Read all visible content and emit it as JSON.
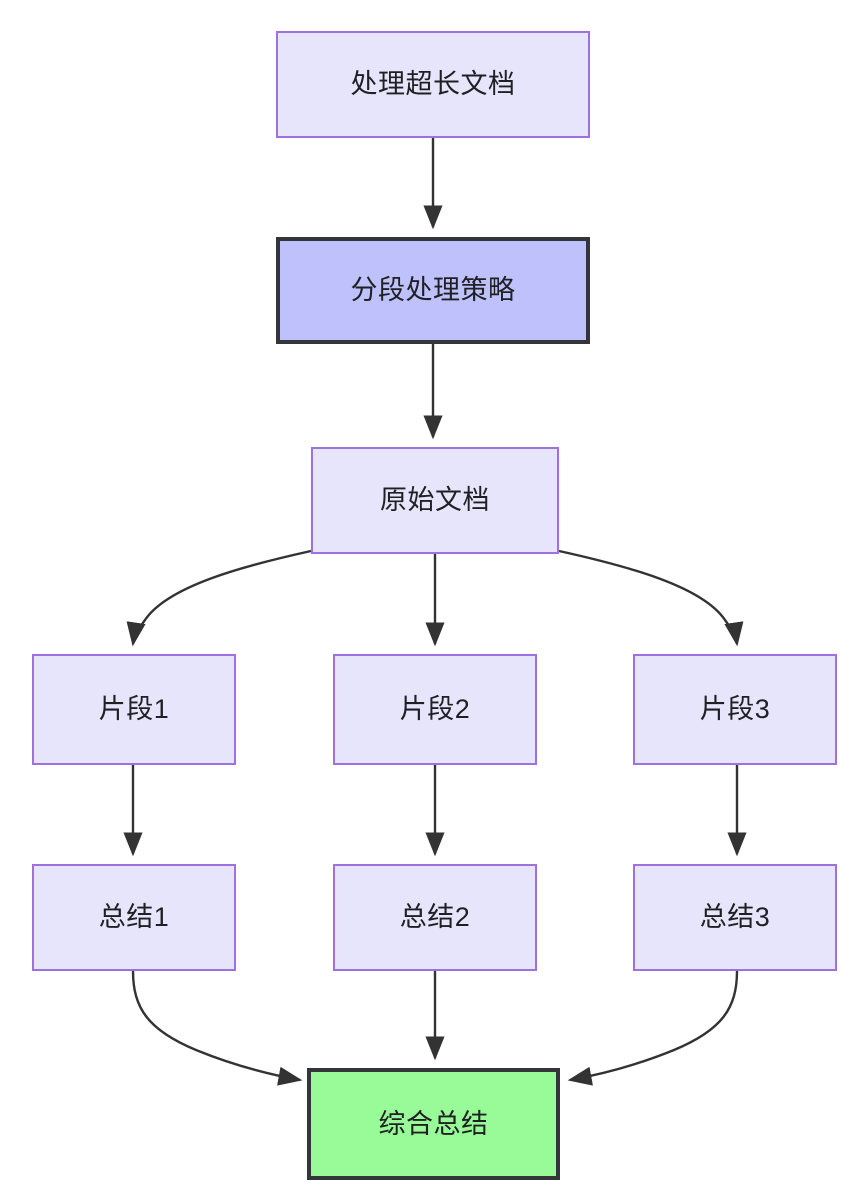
{
  "diagram": {
    "type": "flowchart",
    "direction": "top-down",
    "title": "处理超长文档",
    "background_color": "#ffffff",
    "palette": {
      "node_fill_light": "#e7e5fb",
      "node_border_light": "#9e70e0",
      "node_fill_highlight": "#bec1fc",
      "node_border_dark": "#34353a",
      "node_fill_result": "#98fb98",
      "edge_color": "#333333",
      "text_color": "#1f2023"
    },
    "nodes": [
      {
        "id": "long-doc",
        "label": "处理超长文档",
        "style": "light"
      },
      {
        "id": "strategy",
        "label": "分段处理策略",
        "style": "highlight"
      },
      {
        "id": "source-doc",
        "label": "原始文档",
        "style": "light"
      },
      {
        "id": "segment-1",
        "label": "片段1",
        "style": "light"
      },
      {
        "id": "segment-2",
        "label": "片段2",
        "style": "light"
      },
      {
        "id": "segment-3",
        "label": "片段3",
        "style": "light"
      },
      {
        "id": "summary-1",
        "label": "总结1",
        "style": "light"
      },
      {
        "id": "summary-2",
        "label": "总结2",
        "style": "light"
      },
      {
        "id": "summary-3",
        "label": "总结3",
        "style": "light"
      },
      {
        "id": "final",
        "label": "综合总结",
        "style": "result"
      }
    ],
    "edges": [
      {
        "from": "long-doc",
        "to": "strategy",
        "shape": "straight",
        "label": ""
      },
      {
        "from": "strategy",
        "to": "source-doc",
        "shape": "straight",
        "label": ""
      },
      {
        "from": "source-doc",
        "to": "segment-1",
        "shape": "curved",
        "label": ""
      },
      {
        "from": "source-doc",
        "to": "segment-2",
        "shape": "straight",
        "label": ""
      },
      {
        "from": "source-doc",
        "to": "segment-3",
        "shape": "curved",
        "label": ""
      },
      {
        "from": "segment-1",
        "to": "summary-1",
        "shape": "straight",
        "label": ""
      },
      {
        "from": "segment-2",
        "to": "summary-2",
        "shape": "straight",
        "label": ""
      },
      {
        "from": "segment-3",
        "to": "summary-3",
        "shape": "straight",
        "label": ""
      },
      {
        "from": "summary-1",
        "to": "final",
        "shape": "curved",
        "label": ""
      },
      {
        "from": "summary-2",
        "to": "final",
        "shape": "straight",
        "label": ""
      },
      {
        "from": "summary-3",
        "to": "final",
        "shape": "curved",
        "label": ""
      }
    ]
  }
}
